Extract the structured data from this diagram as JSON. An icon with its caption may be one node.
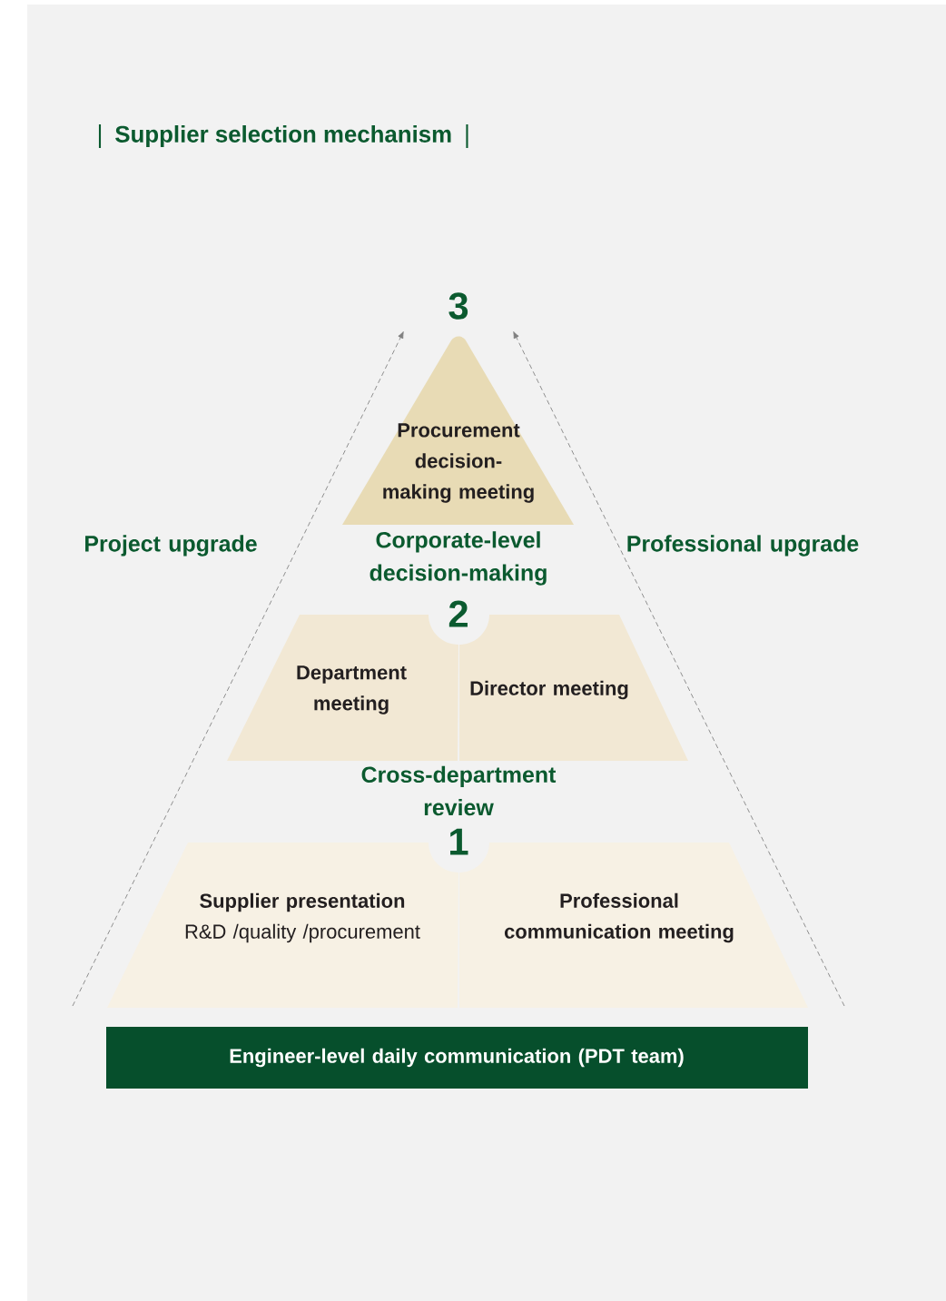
{
  "diagram": {
    "title": "Supplier selection mechanism",
    "nodes": [
      {
        "text": [
          "Procurement decision-making meeting"
        ]
      },
      {
        "text": [
          "Department meeting"
        ]
      },
      {
        "text": [
          "Director meeting"
        ]
      },
      {
        "text": [
          "Supplier presentation",
          "R&D /quality /procurement"
        ]
      },
      {
        "text": [
          "Professional communication meeting"
        ]
      },
      {
        "text": [
          "Engineer-level daily communication (PDT team)"
        ]
      }
    ],
    "labels": [
      "3",
      "Corporate-level decision-making",
      "2",
      "Cross-department review",
      "1",
      "Project upgrade",
      "Professional upgrade"
    ]
  }
}
